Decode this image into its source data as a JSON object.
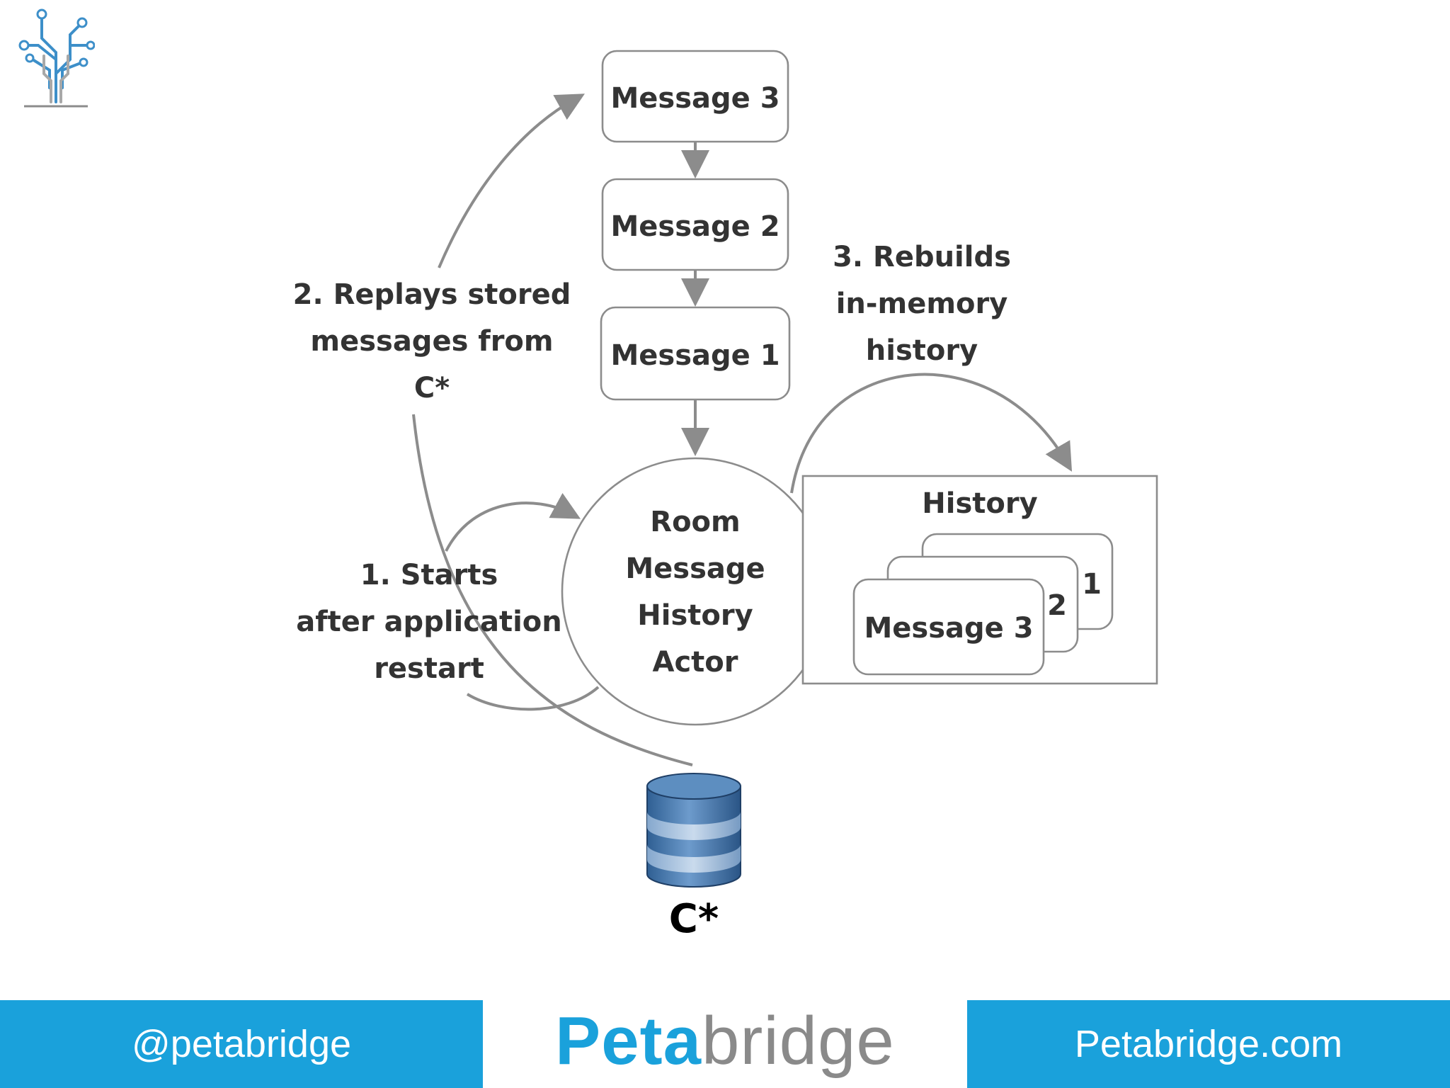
{
  "queue": {
    "message_3": "Message 3",
    "message_2": "Message 2",
    "message_1": "Message 1"
  },
  "actor": {
    "line1": "Room",
    "line2": "Message",
    "line3": "History",
    "line4": "Actor"
  },
  "history": {
    "title": "History",
    "card_front": "Message 3",
    "card_mid": "2",
    "card_back": "1"
  },
  "steps": {
    "step1": [
      "1. Starts",
      "after application",
      "restart"
    ],
    "step2": [
      "2. Replays stored",
      "messages from",
      "C*"
    ],
    "step3": [
      "3. Rebuilds",
      "in-memory",
      "history"
    ]
  },
  "database": {
    "label": "C*"
  },
  "footer": {
    "twitter": "@petabridge",
    "brand_part1": "Peta",
    "brand_part2": "bridge",
    "website": "Petabridge.com"
  },
  "colors": {
    "footer_blue": "#1aa1db",
    "arrow_gray": "#8c8c8c",
    "db_blue": "#4e7fb0"
  },
  "icons": {
    "logo": "circuit-tree-icon",
    "database": "database-cylinder-icon"
  }
}
